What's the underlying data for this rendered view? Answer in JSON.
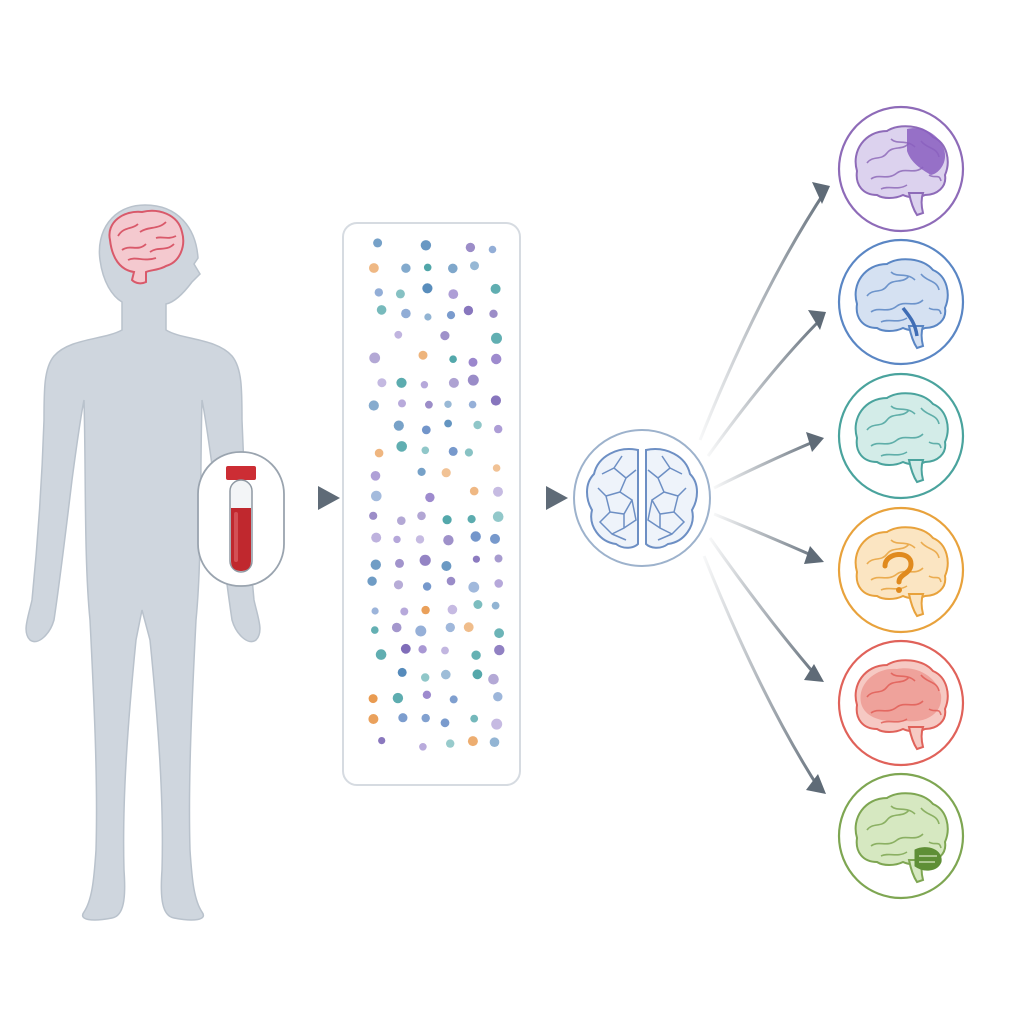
{
  "diagram": {
    "stages": [
      {
        "id": "patient",
        "icon": "human-figure-with-brain-icon"
      },
      {
        "id": "blood-sample",
        "icon": "blood-test-tube-icon"
      },
      {
        "id": "biomarker-panel",
        "icon": "dot-matrix-panel-icon"
      },
      {
        "id": "brain-analysis",
        "icon": "brain-network-icon"
      },
      {
        "id": "outcomes",
        "icon": "brain-outcome-icons"
      }
    ],
    "panel_dot_colors": [
      "#7e6bb8",
      "#4f86b8",
      "#4aa3a6",
      "#e8974a",
      "#9a86cc",
      "#6f93c9"
    ],
    "outcomes": [
      {
        "id": "outcome-1",
        "color": "#8e6bb8",
        "fill": "#dcd2ee",
        "highlight": "#8a5fc0",
        "icon": "brain-purple-highlight-icon"
      },
      {
        "id": "outcome-2",
        "color": "#5a86c4",
        "fill": "#d5e1f2",
        "highlight": "#3f6db5",
        "icon": "brain-blue-icon"
      },
      {
        "id": "outcome-3",
        "color": "#4aa39d",
        "fill": "#d3ece8",
        "highlight": "#4aa39d",
        "icon": "brain-teal-icon"
      },
      {
        "id": "outcome-4",
        "color": "#e8a23c",
        "fill": "#fbe5c2",
        "highlight": "#e08a1e",
        "icon": "brain-question-mark-icon"
      },
      {
        "id": "outcome-5",
        "color": "#e0625a",
        "fill": "#f6c9c3",
        "highlight": "#e35a50",
        "icon": "brain-red-icon"
      },
      {
        "id": "outcome-6",
        "color": "#7ea652",
        "fill": "#d6e8c1",
        "highlight": "#5f8f36",
        "icon": "brain-green-cerebellum-icon"
      }
    ],
    "colors": {
      "body": "#cfd6de",
      "body_outline": "#b9c2cc",
      "brain_red": "#e07a86",
      "blood": "#c0282e",
      "arrow": "#5f6b77",
      "panel_border": "#d6dbe1"
    }
  }
}
